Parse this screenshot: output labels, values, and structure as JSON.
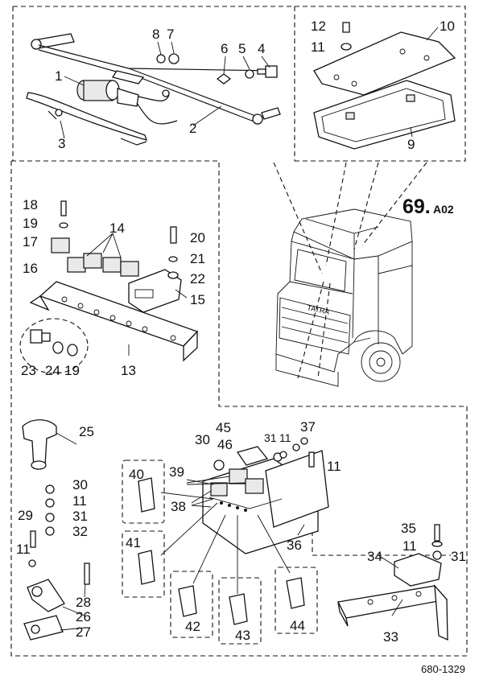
{
  "diagram": {
    "ref_code": "69.",
    "ref_suffix": "A02",
    "drawing_number": "680-1329",
    "truck_grille_text": "TATRA",
    "callouts": {
      "c1": "1",
      "c2": "2",
      "c3": "3",
      "c4": "4",
      "c5": "5",
      "c6": "6",
      "c7": "7",
      "c8": "8",
      "c9": "9",
      "c10": "10",
      "c11a": "11",
      "c12": "12",
      "c13": "13",
      "c14": "14",
      "c15": "15",
      "c16": "16",
      "c17": "17",
      "c18": "18",
      "c19a": "19",
      "c19b": "19",
      "c20": "20",
      "c21": "21",
      "c22": "22",
      "c23": "23",
      "c24": "24",
      "c25": "25",
      "c26": "26",
      "c27": "27",
      "c28": "28",
      "c29": "29",
      "c30a": "30",
      "c30b": "30",
      "c31a": "31",
      "c31b": "31",
      "c31c": "31",
      "c32": "32",
      "c33": "33",
      "c34": "34",
      "c35": "35",
      "c36": "36",
      "c37": "37",
      "c38": "38",
      "c39": "39",
      "c40": "40",
      "c41": "41",
      "c42": "42",
      "c43": "43",
      "c44": "44",
      "c45": "45",
      "c46": "46",
      "c11b": "11",
      "c11c": "11",
      "c11d": "11",
      "c11e": "11",
      "c11f": "11"
    }
  }
}
